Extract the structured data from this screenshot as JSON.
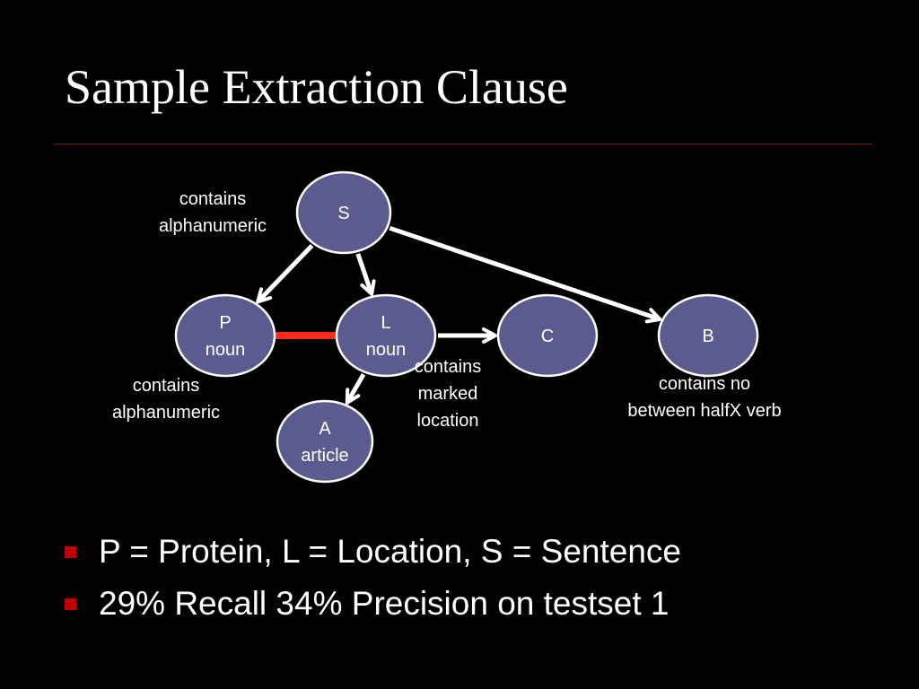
{
  "title": "Sample Extraction Clause",
  "colors": {
    "background": "#000000",
    "node_fill": "#5c5b8f",
    "node_stroke": "#ffffff",
    "edge": "#ffffff",
    "link": "#ff2a1a",
    "bullet": "#c00000",
    "rule": "#6b2316"
  },
  "diagram": {
    "nodes": {
      "S": [
        "S"
      ],
      "P": [
        "P",
        "noun"
      ],
      "L": [
        "L",
        "noun"
      ],
      "C": [
        "C"
      ],
      "B": [
        "B"
      ],
      "A": [
        "A",
        "article"
      ]
    },
    "edges": [
      {
        "from": "S",
        "to": "P",
        "kind": "arrow"
      },
      {
        "from": "S",
        "to": "L",
        "kind": "arrow"
      },
      {
        "from": "S",
        "to": "B",
        "kind": "arrow"
      },
      {
        "from": "L",
        "to": "C",
        "kind": "arrow"
      },
      {
        "from": "L",
        "to": "A",
        "kind": "arrow"
      },
      {
        "from": "P",
        "to": "L",
        "kind": "link"
      }
    ],
    "annotations": {
      "s_note": [
        "contains",
        "alphanumeric"
      ],
      "p_note": [
        "contains",
        "alphanumeric"
      ],
      "c_note": [
        "contains",
        "marked",
        "location"
      ],
      "b_note": [
        "contains no",
        "between halfX verb"
      ]
    }
  },
  "bullets": [
    "P = Protein, L = Location, S = Sentence",
    "29% Recall 34% Precision on testset 1"
  ]
}
